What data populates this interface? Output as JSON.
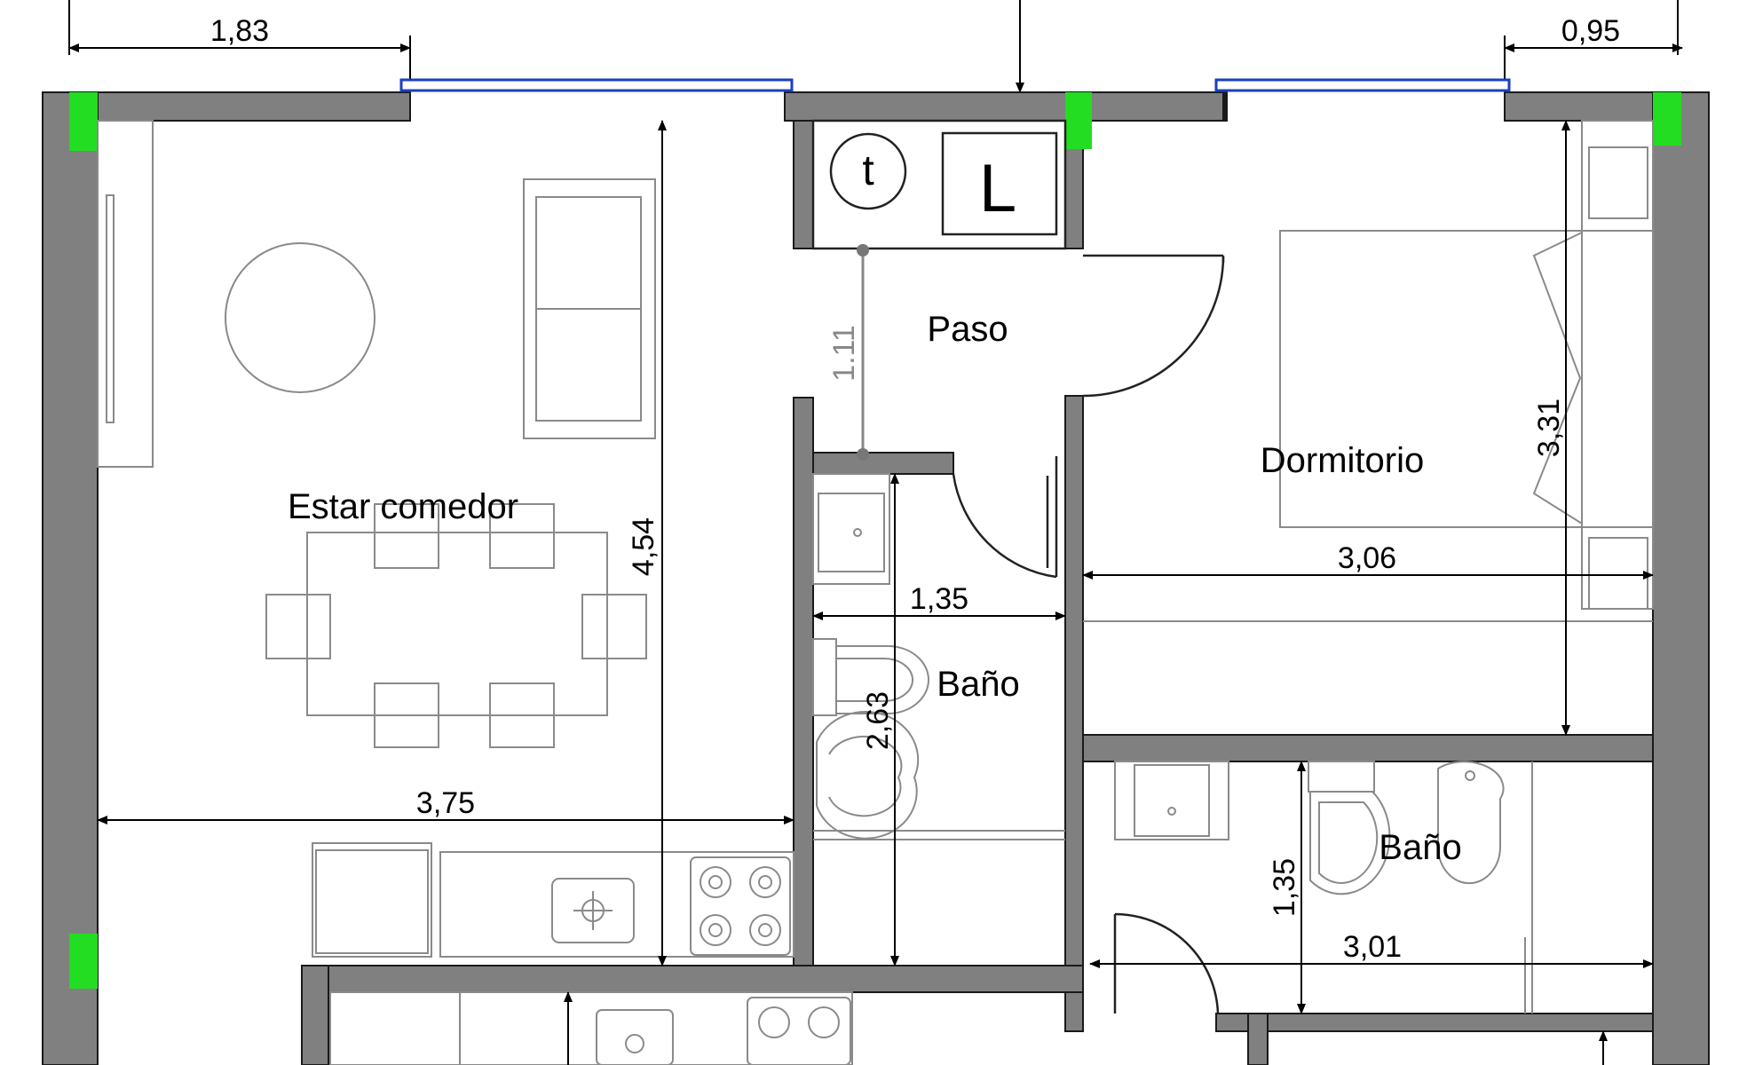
{
  "rooms": {
    "living": "Estar comedor",
    "passage": "Paso",
    "bedroom": "Dormitorio",
    "bath_1": "Baño",
    "bath_2": "Baño"
  },
  "symbols": {
    "thermo": "t",
    "laundry": "L"
  },
  "dimensions": {
    "top_left": "1,83",
    "top_right": "0,95",
    "living_width": "3,75",
    "living_height": "4,54",
    "passage_height": "1.11",
    "bath_width": "1,35",
    "bath_height": "2,63",
    "bedroom_width": "3,06",
    "bedroom_height": "3,31",
    "bath2_height": "1,35",
    "bath2_width": "3,01"
  },
  "colors": {
    "wall": "#808080",
    "column": "#22dd22",
    "window": "#1a3fbf"
  }
}
